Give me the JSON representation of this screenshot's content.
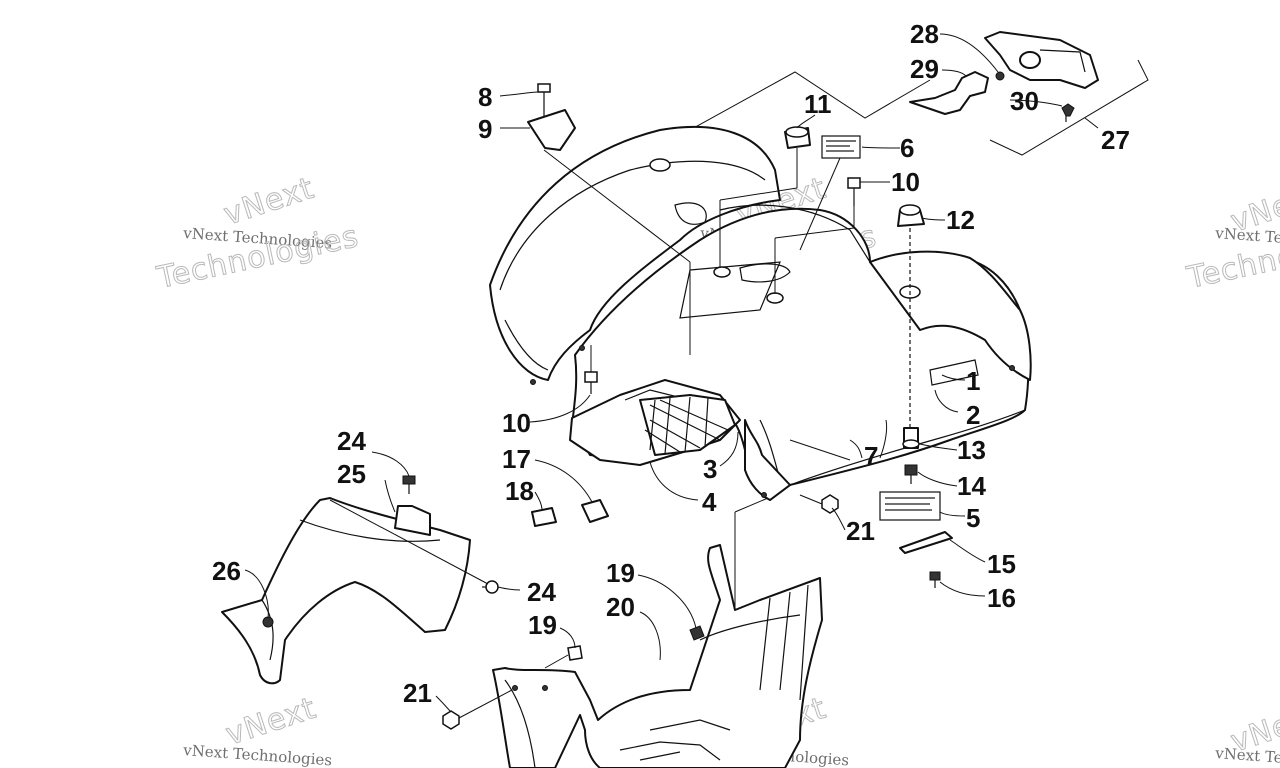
{
  "diagram": {
    "callouts": [
      {
        "id": "8",
        "text": "8"
      },
      {
        "id": "9",
        "text": "9"
      },
      {
        "id": "11",
        "text": "11"
      },
      {
        "id": "6",
        "text": "6"
      },
      {
        "id": "10a",
        "text": "10"
      },
      {
        "id": "12",
        "text": "12"
      },
      {
        "id": "28",
        "text": "28"
      },
      {
        "id": "29",
        "text": "29"
      },
      {
        "id": "30",
        "text": "30"
      },
      {
        "id": "27",
        "text": "27"
      },
      {
        "id": "1",
        "text": "1"
      },
      {
        "id": "2",
        "text": "2"
      },
      {
        "id": "10b",
        "text": "10"
      },
      {
        "id": "13",
        "text": "13"
      },
      {
        "id": "7",
        "text": "7"
      },
      {
        "id": "3",
        "text": "3"
      },
      {
        "id": "4",
        "text": "4"
      },
      {
        "id": "14",
        "text": "14"
      },
      {
        "id": "17",
        "text": "17"
      },
      {
        "id": "18",
        "text": "18"
      },
      {
        "id": "5",
        "text": "5"
      },
      {
        "id": "21a",
        "text": "21"
      },
      {
        "id": "24a",
        "text": "24"
      },
      {
        "id": "25",
        "text": "25"
      },
      {
        "id": "15",
        "text": "15"
      },
      {
        "id": "16",
        "text": "16"
      },
      {
        "id": "26",
        "text": "26"
      },
      {
        "id": "24b",
        "text": "24"
      },
      {
        "id": "19a",
        "text": "19"
      },
      {
        "id": "20",
        "text": "20"
      },
      {
        "id": "19b",
        "text": "19"
      },
      {
        "id": "21b",
        "text": "21"
      }
    ],
    "watermark": {
      "line1": "vNext Technologies",
      "line2": "vNext",
      "line3": "Technologies"
    }
  }
}
